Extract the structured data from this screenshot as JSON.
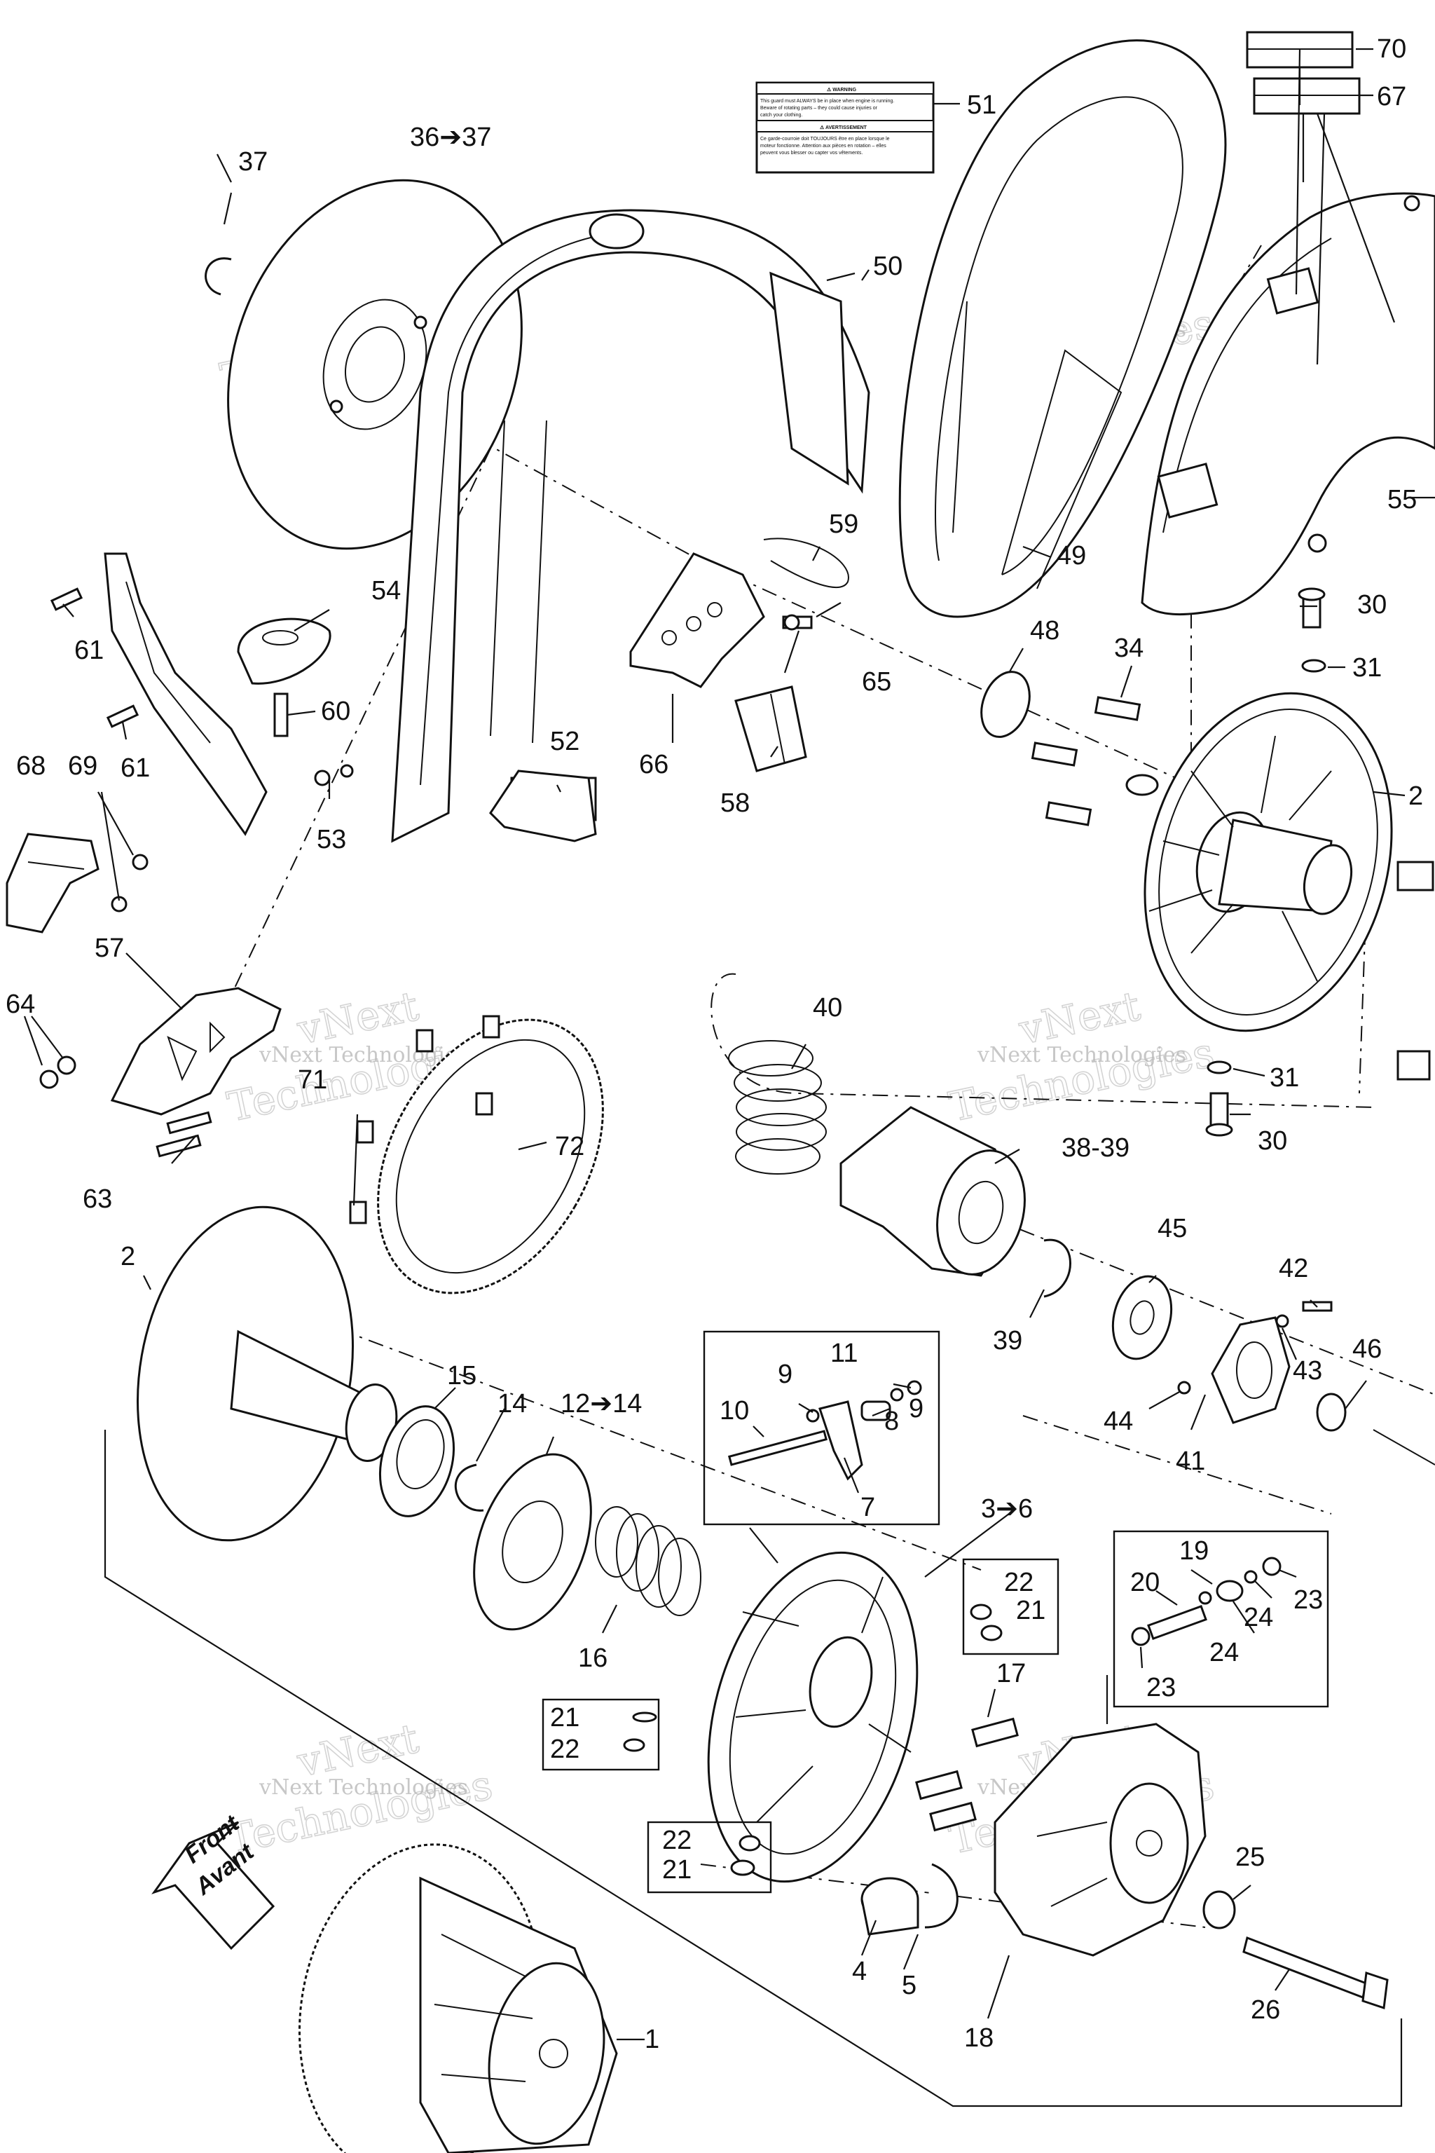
{
  "callouts": {
    "c1": "1",
    "c2": "2",
    "c3to6": "3➔6",
    "c4": "4",
    "c5": "5",
    "c7": "7",
    "c8": "8",
    "c9a": "9",
    "c9b": "9",
    "c10": "10",
    "c11": "11",
    "c12to14": "12➔14",
    "c14": "14",
    "c15": "15",
    "c16": "16",
    "c17": "17",
    "c18": "18",
    "c19": "19",
    "c20": "20",
    "c21a": "21",
    "c21b": "21",
    "c21c": "21",
    "c22a": "22",
    "c22b": "22",
    "c22c": "22",
    "c23a": "23",
    "c23b": "23",
    "c24a": "24",
    "c24b": "24",
    "c25": "25",
    "c26": "26",
    "c2r": "2",
    "c30a": "30",
    "c30b": "30",
    "c31a": "31",
    "c31b": "31",
    "c34": "34",
    "c36to37": "36➔37",
    "c37": "37",
    "c38to39": "38-39",
    "c39": "39",
    "c40": "40",
    "c41": "41",
    "c42": "42",
    "c43": "43",
    "c44": "44",
    "c45": "45",
    "c46": "46",
    "c48": "48",
    "c49": "49",
    "c50": "50",
    "c51": "51",
    "c52": "52",
    "c53": "53",
    "c54": "54",
    "c55": "55",
    "c57": "57",
    "c58": "58",
    "c59": "59",
    "c60": "60",
    "c61a": "61",
    "c61b": "61",
    "c63": "63",
    "c64": "64",
    "c65": "65",
    "c66": "66",
    "c67": "67",
    "c68": "68",
    "c69": "69",
    "c70": "70",
    "c71": "71",
    "c72": "72"
  },
  "watermark": {
    "text_small": "vNext Technologies",
    "text_big_1": "vNext",
    "text_big_2": "Technologies"
  },
  "front_arrow": {
    "line1": "Front",
    "line2": "Avant"
  },
  "warning_label": {
    "heading_en": "⚠ WARNING",
    "body_en_1": "This guard must ALWAYS be in place when engine is running.",
    "body_en_2": "Beware of rotating parts – they could cause injuries or",
    "body_en_3": "catch your clothing.",
    "heading_fr": "⚠ AVERTISSEMENT",
    "body_fr_1": "Ce garde-courroie doit TOUJOURS être en place lorsque le",
    "body_fr_2": "moteur fonctionne. Attention aux pièces en rotation – elles",
    "body_fr_3": "peuvent vous blesser ou capter vos vêtements."
  },
  "colors": {
    "line": "#111111",
    "background": "#ffffff",
    "watermark": "#9a9a9a"
  }
}
